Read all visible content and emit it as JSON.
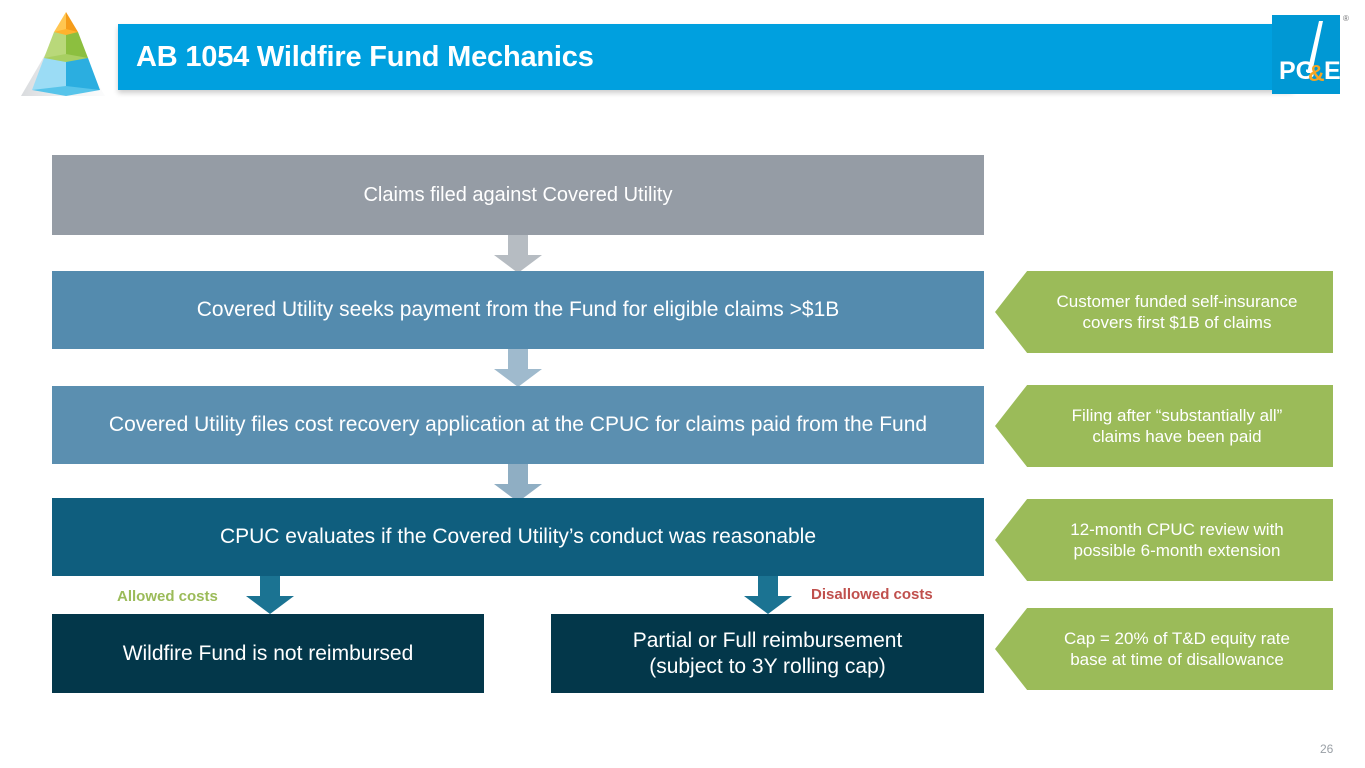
{
  "slide": {
    "title": "AB 1054 Wildfire Fund Mechanics",
    "page_number": "26",
    "registered_mark": "®"
  },
  "brand": {
    "logo_text_pg": "PG",
    "logo_text_amp": "&",
    "logo_text_e": "E",
    "header_blue": "#00A0DF",
    "logo_blue": "#0098D4",
    "logo_orange": "#F5A623"
  },
  "flow": {
    "steps": [
      {
        "id": "claims-filed",
        "text": "Claims filed against Covered Utility",
        "color": "#959CA5"
      },
      {
        "id": "seeks-payment",
        "text": "Covered Utility seeks payment from the Fund for eligible claims >$1B",
        "color": "#548BAE"
      },
      {
        "id": "cost-recovery",
        "text": "Covered Utility files cost recovery application at the CPUC for claims paid from the Fund",
        "color": "#5B8FB0"
      },
      {
        "id": "cpuc-evaluates",
        "text": "CPUC evaluates if the Covered Utility’s conduct was reasonable",
        "color": "#0F5E7E"
      }
    ],
    "outcomes": [
      {
        "id": "not-reimbursed",
        "branch_label": "Allowed costs",
        "branch_color": "#9BBB59",
        "line1": "Wildfire Fund is not reimbursed",
        "line2": "",
        "color": "#03374A"
      },
      {
        "id": "partial-full-reimbursement",
        "branch_label": "Disallowed costs",
        "branch_color": "#C0504D",
        "line1": "Partial or Full reimbursement",
        "line2": "(subject to 3Y rolling cap)",
        "color": "#03374A"
      }
    ]
  },
  "callouts": [
    {
      "id": "self-insurance",
      "line1": "Customer funded self-insurance",
      "line2": "covers first $1B of claims",
      "color": "#9BBB59"
    },
    {
      "id": "filing-timing",
      "line1": "Filing after “substantially all”",
      "line2": "claims have been paid",
      "color": "#9BBB59"
    },
    {
      "id": "review-period",
      "line1": "12-month CPUC review with",
      "line2": "possible 6-month extension",
      "color": "#9BBB59"
    },
    {
      "id": "cap-calculation",
      "line1": "Cap = 20% of T&D equity rate",
      "line2": "base at time of disallowance",
      "color": "#9BBB59"
    }
  ]
}
